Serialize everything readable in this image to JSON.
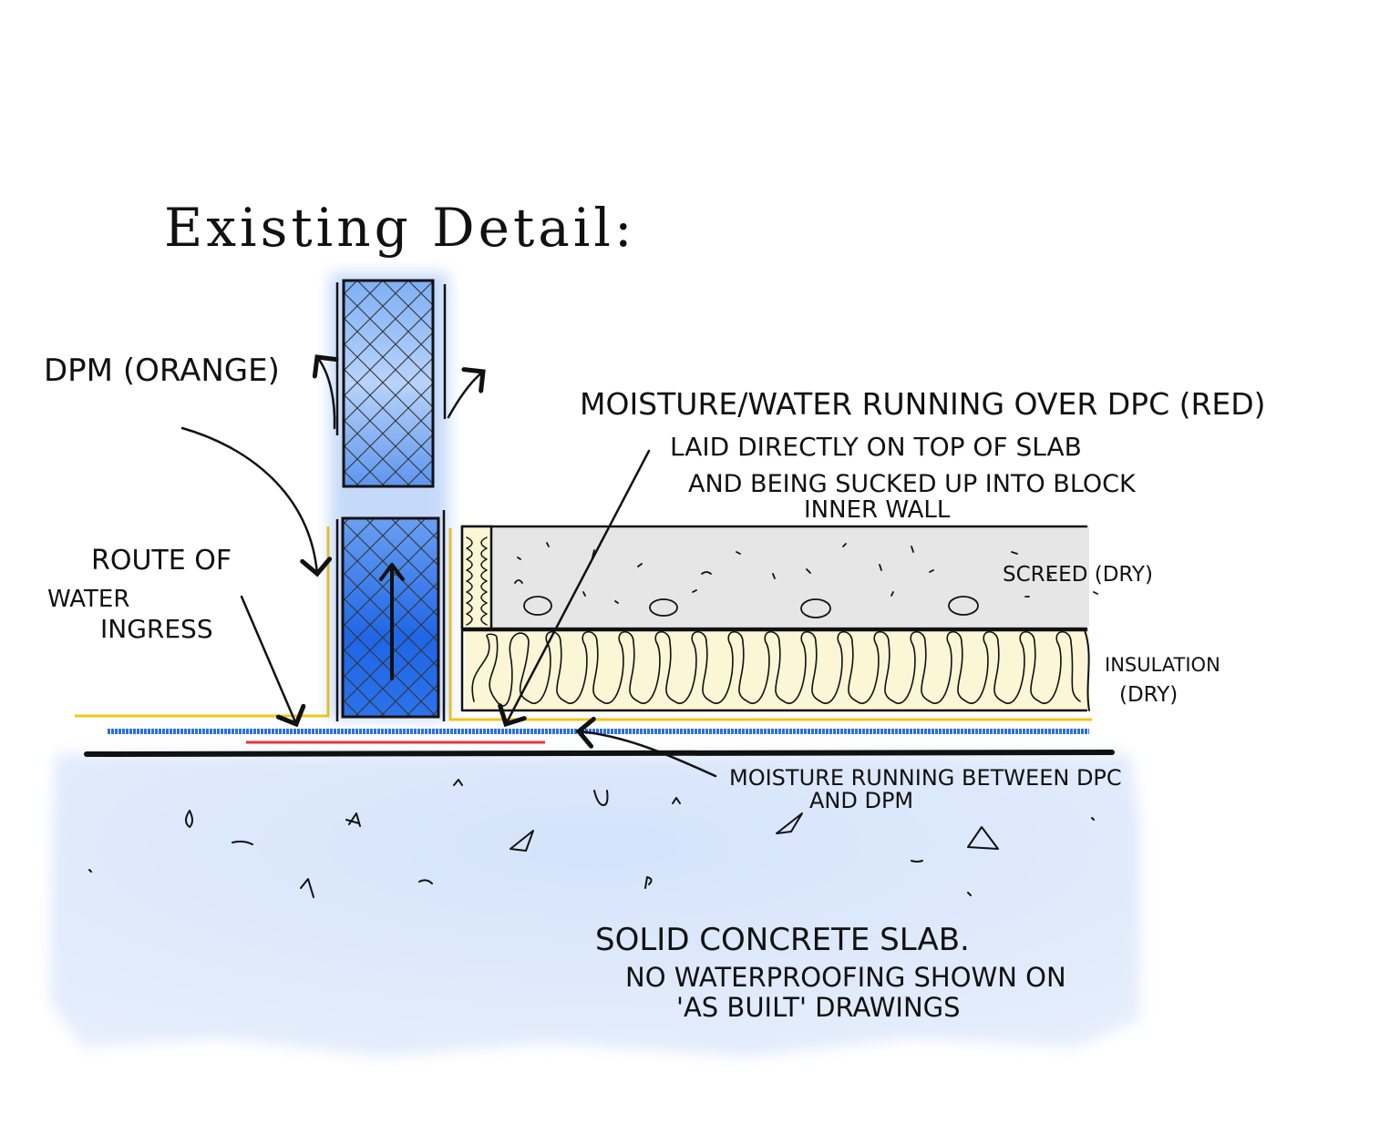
{
  "title": "Existing Detail:",
  "labels": {
    "dpm": "DPM (ORANGE)",
    "route": [
      "ROUTE OF",
      "WATER",
      "INGRESS"
    ],
    "moisture_dpc": [
      "MOISTURE/WATER RUNNING OVER DPC (RED)",
      "LAID DIRECTLY ON TOP OF SLAB",
      "AND BEING SUCKED UP INTO BLOCK",
      "INNER WALL"
    ],
    "screed": "SCREED (DRY)",
    "insulation": [
      "INSULATION",
      "(DRY)"
    ],
    "moisture_between": [
      "MOISTURE RUNNING BETWEEN DPC",
      "AND DPM"
    ],
    "slab": [
      "SOLID CONCRETE SLAB.",
      "NO WATERPROOFING SHOWN ON",
      "'AS BUILT' DRAWINGS"
    ]
  },
  "colors": {
    "dpm": "#f5c518",
    "dpc": "#e8333c",
    "moisture": "#2a6fe8",
    "slab_fill": "#dce7fb",
    "ink": "#111111",
    "block_wet": "#4a86f0",
    "screed": "#e6e6e6",
    "insulation": "#fbf6d6"
  }
}
